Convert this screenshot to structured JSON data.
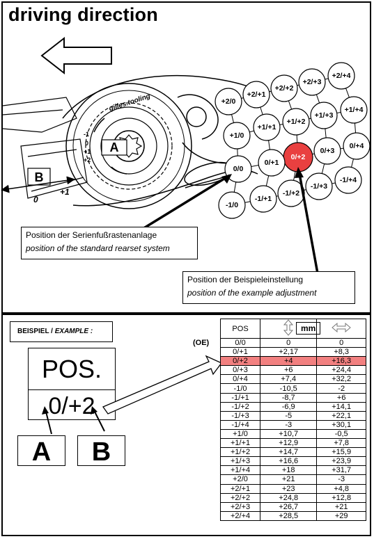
{
  "title": "driving direction",
  "diagram": {
    "label_a": "A",
    "label_b": "B",
    "brand": "gilles.tooling",
    "scale_ticks": [
      "-1",
      "0",
      "+1",
      "+2"
    ],
    "lever_labels": [
      "0",
      "+1"
    ],
    "positions": [
      "+2/+4",
      "+2/+3",
      "+2/+2",
      "+2/+1",
      "+2/0",
      "+1/+4",
      "+1/+3",
      "+1/+2",
      "+1/+1",
      "+1/0",
      "0/+4",
      "0/+3",
      "0/+2",
      "0/+1",
      "0/0",
      "-1/+4",
      "-1/+3",
      "-1/+2",
      "-1/+1",
      "-1/0"
    ],
    "highlight": "0/+2",
    "highlight_color": "#e94040"
  },
  "callouts": {
    "standard_de": "Position der Serienfußrastenanlage",
    "standard_en": "position of the standard rearset system",
    "example_de": "Position der Beispieleinstellung",
    "example_en": "position of the example adjustment"
  },
  "example": {
    "label_de": "BEISPIEL /",
    "label_en": "EXAMPLE :",
    "pos_header": "POS.",
    "pos_value": "0/+2",
    "box_a": "A",
    "box_b": "B"
  },
  "table": {
    "col_pos": "POS",
    "unit": "mm",
    "oe_label": "(OE)",
    "rows": [
      [
        "0/0",
        "0",
        "0"
      ],
      [
        "0/+1",
        "+2,17",
        "+8,3"
      ],
      [
        "0/+2",
        "+4",
        "+16,3"
      ],
      [
        "0/+3",
        "+6",
        "+24,4"
      ],
      [
        "0/+4",
        "+7,4",
        "+32,2"
      ],
      [
        "-1/0",
        "-10,5",
        "-2"
      ],
      [
        "-1/+1",
        "-8,7",
        "+6"
      ],
      [
        "-1/+2",
        "-6,9",
        "+14,1"
      ],
      [
        "-1/+3",
        "-5",
        "+22,1"
      ],
      [
        "-1/+4",
        "-3",
        "+30,1"
      ],
      [
        "+1/0",
        "+10,7",
        "-0,5"
      ],
      [
        "+1/+1",
        "+12,9",
        "+7,8"
      ],
      [
        "+1/+2",
        "+14,7",
        "+15,9"
      ],
      [
        "+1/+3",
        "+16,6",
        "+23,9"
      ],
      [
        "+1/+4",
        "+18",
        "+31,7"
      ],
      [
        "+2/0",
        "+21",
        "-3"
      ],
      [
        "+2/+1",
        "+23",
        "+4,8"
      ],
      [
        "+2/+2",
        "+24,8",
        "+12,8"
      ],
      [
        "+2/+3",
        "+26,7",
        "+21"
      ],
      [
        "+2/+4",
        "+28,5",
        "+29"
      ]
    ],
    "highlight_row": 2,
    "highlight_color": "#f28080"
  }
}
